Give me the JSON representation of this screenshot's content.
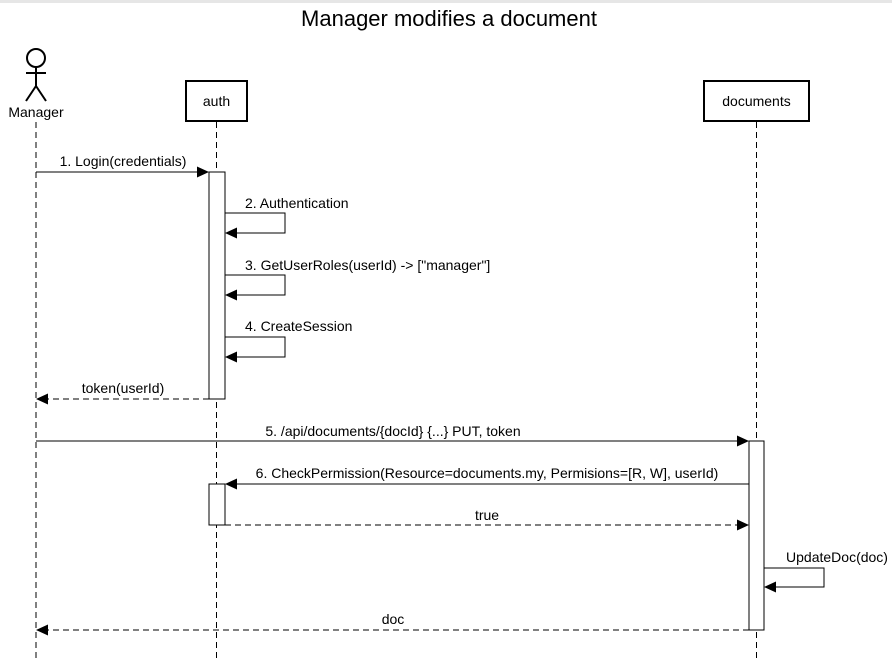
{
  "title": "Manager modifies a document",
  "actor": {
    "label": "Manager"
  },
  "participants": [
    {
      "id": "auth",
      "label": "auth"
    },
    {
      "id": "documents",
      "label": "documents"
    }
  ],
  "messages": [
    {
      "id": "m1",
      "from": "Manager",
      "to": "auth",
      "label": "1. Login(credentials)",
      "style": "solid"
    },
    {
      "id": "m2",
      "from": "auth",
      "to": "auth",
      "label": "2. Authentication",
      "style": "self"
    },
    {
      "id": "m3",
      "from": "auth",
      "to": "auth",
      "label": "3. GetUserRoles(userId) -> [\"manager\"]",
      "style": "self"
    },
    {
      "id": "m4",
      "from": "auth",
      "to": "auth",
      "label": "4. CreateSession",
      "style": "self"
    },
    {
      "id": "m5",
      "from": "auth",
      "to": "Manager",
      "label": "token(userId)",
      "style": "dashed"
    },
    {
      "id": "m6",
      "from": "Manager",
      "to": "documents",
      "label": "5. /api/documents/{docId} {...} PUT, token",
      "style": "solid"
    },
    {
      "id": "m7",
      "from": "documents",
      "to": "auth",
      "label": "6. CheckPermission(Resource=documents.my, Permisions=[R, W], userId)",
      "style": "solid"
    },
    {
      "id": "m8",
      "from": "auth",
      "to": "documents",
      "label": "true",
      "style": "dashed"
    },
    {
      "id": "m9",
      "from": "documents",
      "to": "documents",
      "label": "UpdateDoc(doc)",
      "style": "self"
    },
    {
      "id": "m10",
      "from": "documents",
      "to": "Manager",
      "label": "doc",
      "style": "dashed"
    }
  ]
}
